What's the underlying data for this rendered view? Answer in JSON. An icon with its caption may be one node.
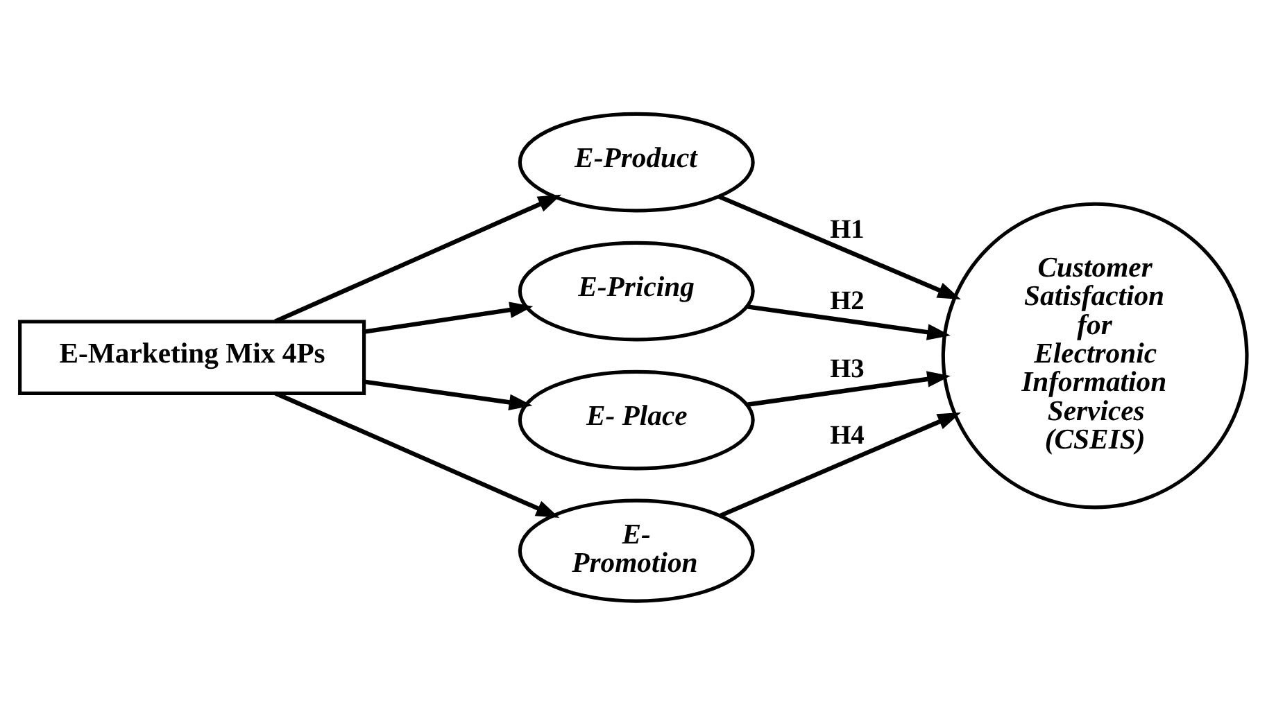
{
  "diagram": {
    "nodes": [
      {
        "text": [
          "E-Marketing Mix 4Ps"
        ]
      },
      {
        "text": [
          "E-Product"
        ]
      },
      {
        "text": [
          "E-Pricing"
        ]
      },
      {
        "text": [
          "E- Place"
        ]
      },
      {
        "text": [
          "E- Promotion"
        ]
      },
      {
        "text": [
          "Customer Satisfaction for Electronic Information Services (CSEIS)"
        ]
      }
    ],
    "edges": [
      {
        "from": 0,
        "to": 1,
        "arrow": "to"
      },
      {
        "from": 0,
        "to": 2,
        "arrow": "to"
      },
      {
        "from": 0,
        "to": 3,
        "arrow": "to"
      },
      {
        "from": 0,
        "to": 4,
        "arrow": "to"
      },
      {
        "from": 1,
        "to": 5,
        "arrow": "to",
        "label": "H1"
      },
      {
        "from": 2,
        "to": 5,
        "arrow": "to",
        "label": "H2"
      },
      {
        "from": 3,
        "to": 5,
        "arrow": "to",
        "label": "H3"
      },
      {
        "from": 4,
        "to": 5,
        "arrow": "to",
        "label": "H4"
      }
    ]
  }
}
